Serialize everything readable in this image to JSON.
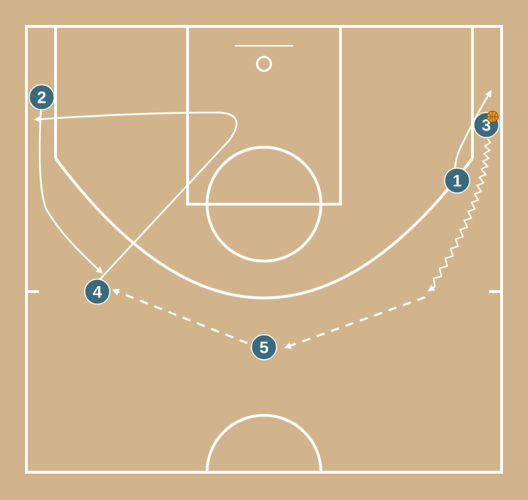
{
  "colors": {
    "court": "#d2b48c",
    "lines": "#ffffff",
    "player_fill": "#3a6b7c",
    "ball": "#f39c12"
  },
  "players": [
    {
      "id": "p1",
      "label": "1"
    },
    {
      "id": "p2",
      "label": "2"
    },
    {
      "id": "p3",
      "label": "3",
      "has_ball": true
    },
    {
      "id": "p4",
      "label": "4"
    },
    {
      "id": "p5",
      "label": "5"
    }
  ],
  "icons": {
    "ball": "basketball-icon"
  }
}
